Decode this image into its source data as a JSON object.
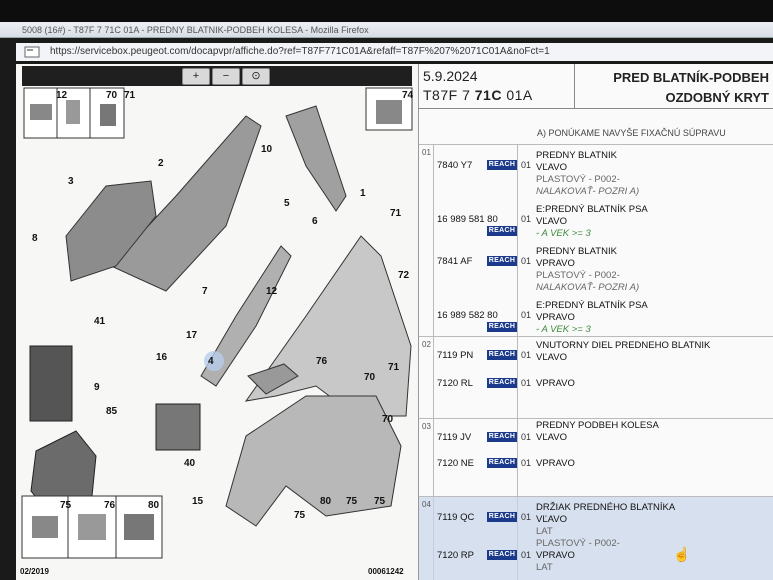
{
  "window": {
    "title": "5008 (16#) - T87F 7 71C 01A - PREDNY BLATNIK-PODBEH KOLESA - Mozilla Firefox",
    "url": "https://servicebox.peugeot.com/docapvpr/affiche.do?ref=T87F771C01A&refaff=T87F%207%2071C01A&noFct=1"
  },
  "toolbar": {
    "zoom_in": "+",
    "zoom_out": "−",
    "zoom_fit": "⊙"
  },
  "diagram": {
    "footer_left": "02/2019",
    "footer_right": "00061242",
    "callouts": [
      "12",
      "70",
      "71",
      "74",
      "10",
      "1",
      "2",
      "3",
      "5",
      "6",
      "8",
      "71",
      "72",
      "12",
      "7",
      "17",
      "16",
      "41",
      "9",
      "4",
      "76",
      "71",
      "70",
      "85",
      "40",
      "15",
      "70",
      "80",
      "75",
      "75",
      "75",
      "75",
      "76",
      "80"
    ]
  },
  "header": {
    "date": "5.9.2024",
    "ref_prefix": "T87F 7 ",
    "ref_bold": "71C",
    "ref_suffix": " 01A",
    "title_line1": "PRED BLATNÍK-PODBEH",
    "title_line2": "OZDOBNÝ KRYT"
  },
  "note": "A) PONÚKAME NAVYŠE FIXAČNÚ SÚPRAVU",
  "groups": [
    {
      "num": "01"
    },
    {
      "num": "02"
    },
    {
      "num": "03"
    },
    {
      "num": "04"
    }
  ],
  "parts": [
    {
      "pn": "7840 Y7",
      "badge": "REACH",
      "qty": "01",
      "desc": "PREDNY BLATNIK",
      "l2": "VĽAVO",
      "l3": "PLASTOVÝ - P002-",
      "l4": "NALAKOVAŤ- POZRI A)"
    },
    {
      "pn": "16 989 581 80",
      "badge": "REACH",
      "qty": "01",
      "desc": "E:PREDNÝ BLATNÍK PSA",
      "l2": "VĽAVO",
      "l3": "- A VEK >= 3"
    },
    {
      "pn": "7841 AF",
      "badge": "REACH",
      "qty": "01",
      "desc": "PREDNY BLATNIK",
      "l2": "VPRAVO",
      "l3": "PLASTOVÝ - P002-",
      "l4": "NALAKOVAŤ- POZRI A)"
    },
    {
      "pn": "16 989 582 80",
      "badge": "REACH",
      "qty": "01",
      "desc": "E:PREDNÝ BLATNÍK PSA",
      "l2": "VPRAVO",
      "l3": "- A VEK >= 3"
    },
    {
      "pn": "7119 PN",
      "badge": "REACH",
      "qty": "01",
      "desc": "VNUTORNY DIEL PREDNEHO BLATNIK",
      "l2": "VĽAVO"
    },
    {
      "pn": "7120 RL",
      "badge": "REACH",
      "qty": "01",
      "desc": "VPRAVO"
    },
    {
      "pn": "7119 JV",
      "badge": "REACH",
      "qty": "01",
      "desc": "PREDNY PODBEH KOLESA",
      "l2": "VĽAVO"
    },
    {
      "pn": "7120 NE",
      "badge": "REACH",
      "qty": "01",
      "desc": "VPRAVO"
    },
    {
      "pn": "7119 QC",
      "badge": "REACH",
      "qty": "01",
      "desc": "DRŽIAK PREDNÉHO BLATNÍKA",
      "l2": "VĽAVO",
      "l3": "LAT",
      "l4": "PLASTOVÝ - P002-"
    },
    {
      "pn": "7120 RP",
      "badge": "REACH",
      "qty": "01",
      "desc": "VPRAVO",
      "l2": "LAT"
    }
  ]
}
